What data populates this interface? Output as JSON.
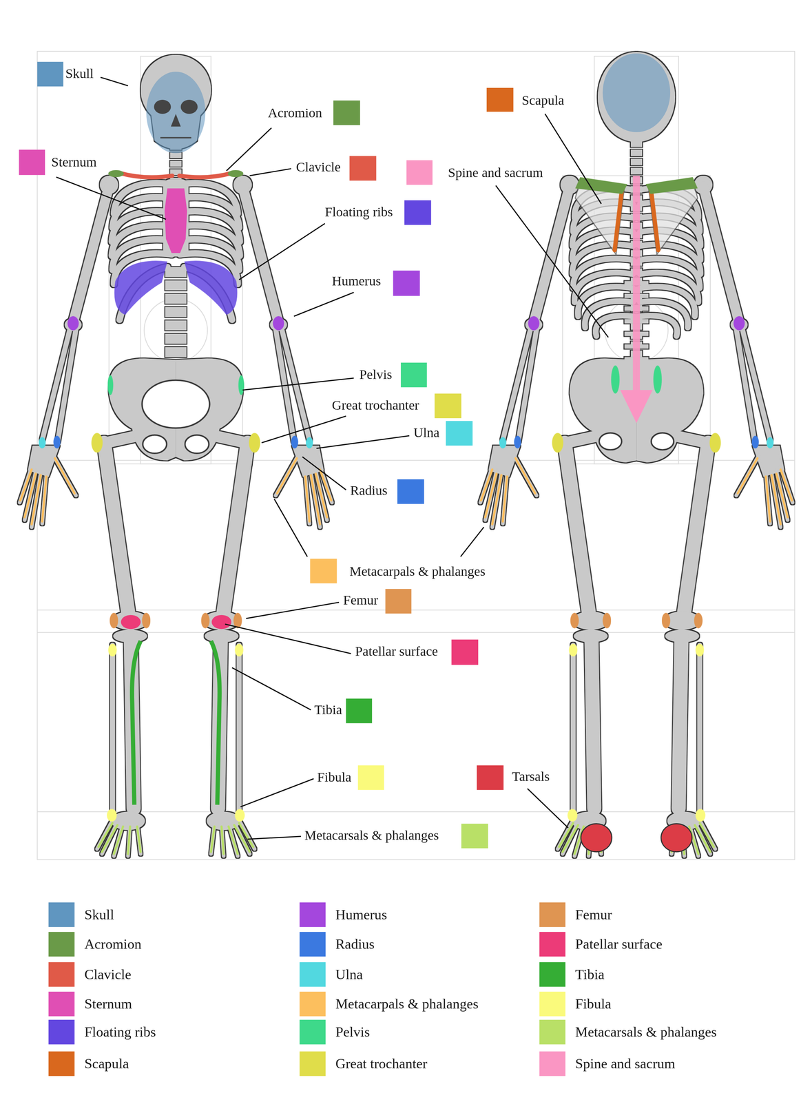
{
  "diagram": {
    "labels": [
      "Skull",
      "Scapula",
      "Acromion",
      "Sternum",
      "Clavicle",
      "Spine and sacrum",
      "Floating ribs",
      "Humerus",
      "Pelvis",
      "Great trochanter",
      "Ulna",
      "Radius",
      "Metacarpals & phalanges",
      "Femur",
      "Patellar surface",
      "Tibia",
      "Fibula",
      "Tarsals",
      "Metacarsals & phalanges"
    ],
    "legend": [
      {
        "text": "Skull",
        "color": "#6096c0"
      },
      {
        "text": "Acromion",
        "color": "#6a9a48"
      },
      {
        "text": "Clavicle",
        "color": "#e05a48"
      },
      {
        "text": "Sternum",
        "color": "#e04fb4"
      },
      {
        "text": "Floating ribs",
        "color": "#6347e0"
      },
      {
        "text": "Scapula",
        "color": "#d9681e"
      },
      {
        "text": "Humerus",
        "color": "#a447dd"
      },
      {
        "text": "Radius",
        "color": "#3b79e0"
      },
      {
        "text": "Ulna",
        "color": "#52d8e0"
      },
      {
        "text": "Metacarpals & phalanges",
        "color": "#fcbf5e"
      },
      {
        "text": "Pelvis",
        "color": "#3ed98a"
      },
      {
        "text": "Great trochanter",
        "color": "#e0dd4a"
      },
      {
        "text": "Femur",
        "color": "#df9552"
      },
      {
        "text": "Patellar surface",
        "color": "#ec3b78"
      },
      {
        "text": "Tibia",
        "color": "#35ad35"
      },
      {
        "text": "Fibula",
        "color": "#fafa7c"
      },
      {
        "text": "Metacarsals & phalanges",
        "color": "#b9e067"
      },
      {
        "text": "Spine and sacrum",
        "color": "#fa96c3"
      }
    ]
  }
}
